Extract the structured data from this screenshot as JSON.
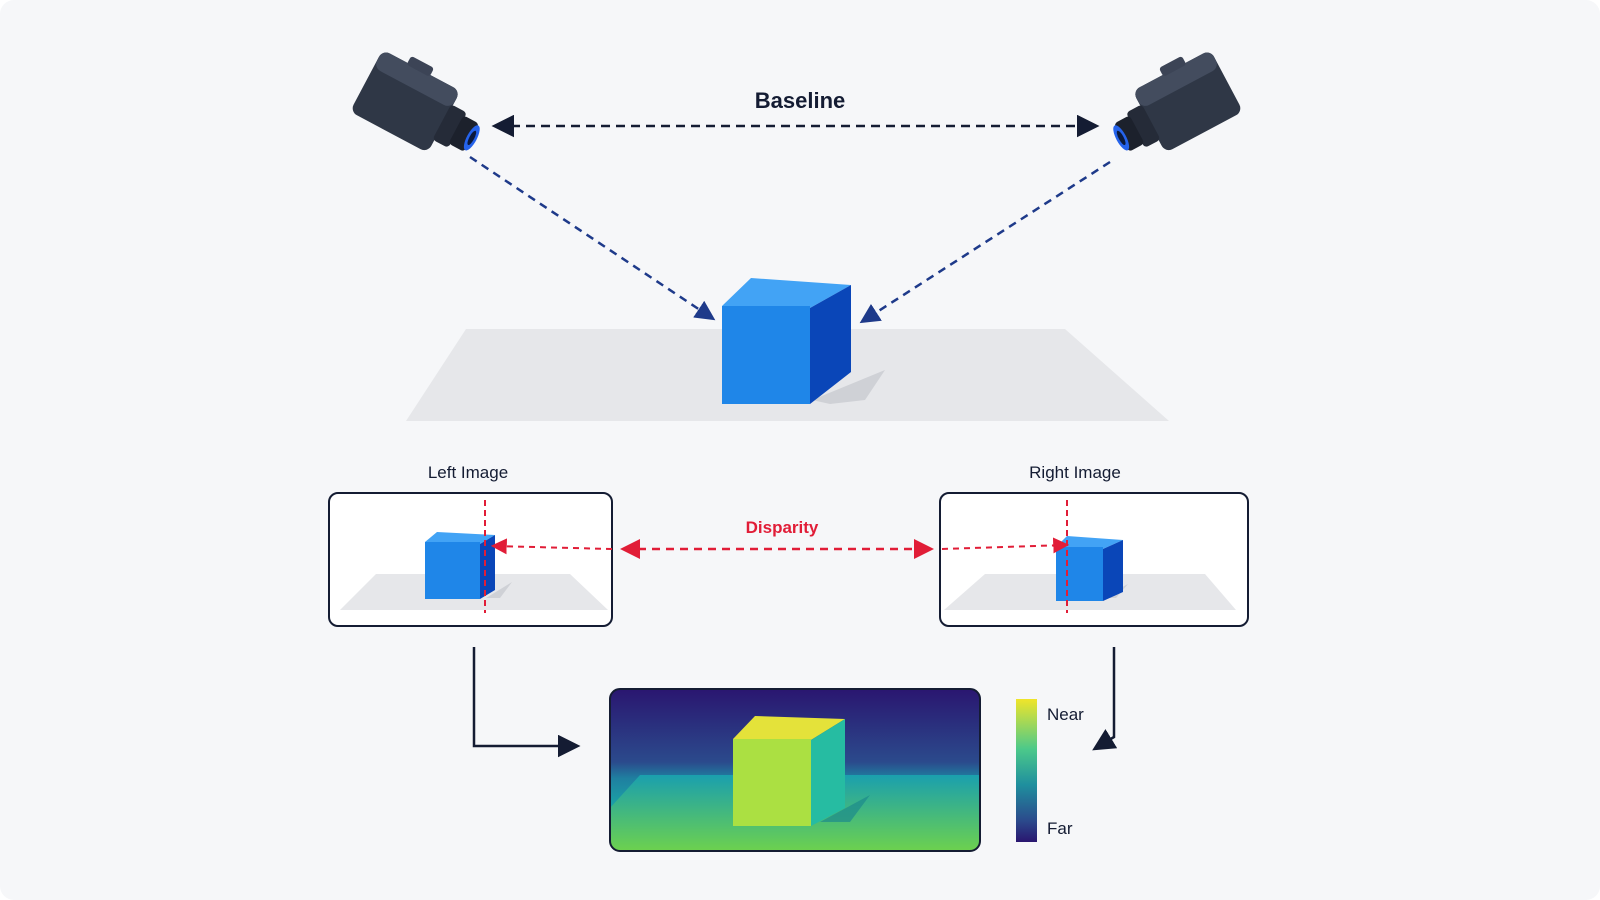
{
  "labels": {
    "baseline": "Baseline",
    "left_image": "Left Image",
    "right_image": "Right Image",
    "disparity": "Disparity"
  },
  "legend": {
    "near": "Near",
    "far": "Far"
  },
  "colors": {
    "background": "#f6f7f9",
    "dark_navy": "#141c33",
    "dashed_ray": "#1e3a8a",
    "disparity_red": "#e11d37",
    "cube_front": "#1f86e8",
    "cube_top": "#42a3f5",
    "cube_side": "#0a46b8",
    "ground_plane": "#e6e7ea",
    "camera_body": "#2f3746",
    "depth_near": "#f0e52a",
    "depth_mid": "#1fb8a4",
    "depth_far": "#2a1670"
  },
  "icons": [
    "camera-left-icon",
    "camera-right-icon",
    "cube-icon",
    "depth-colorbar-icon"
  ]
}
